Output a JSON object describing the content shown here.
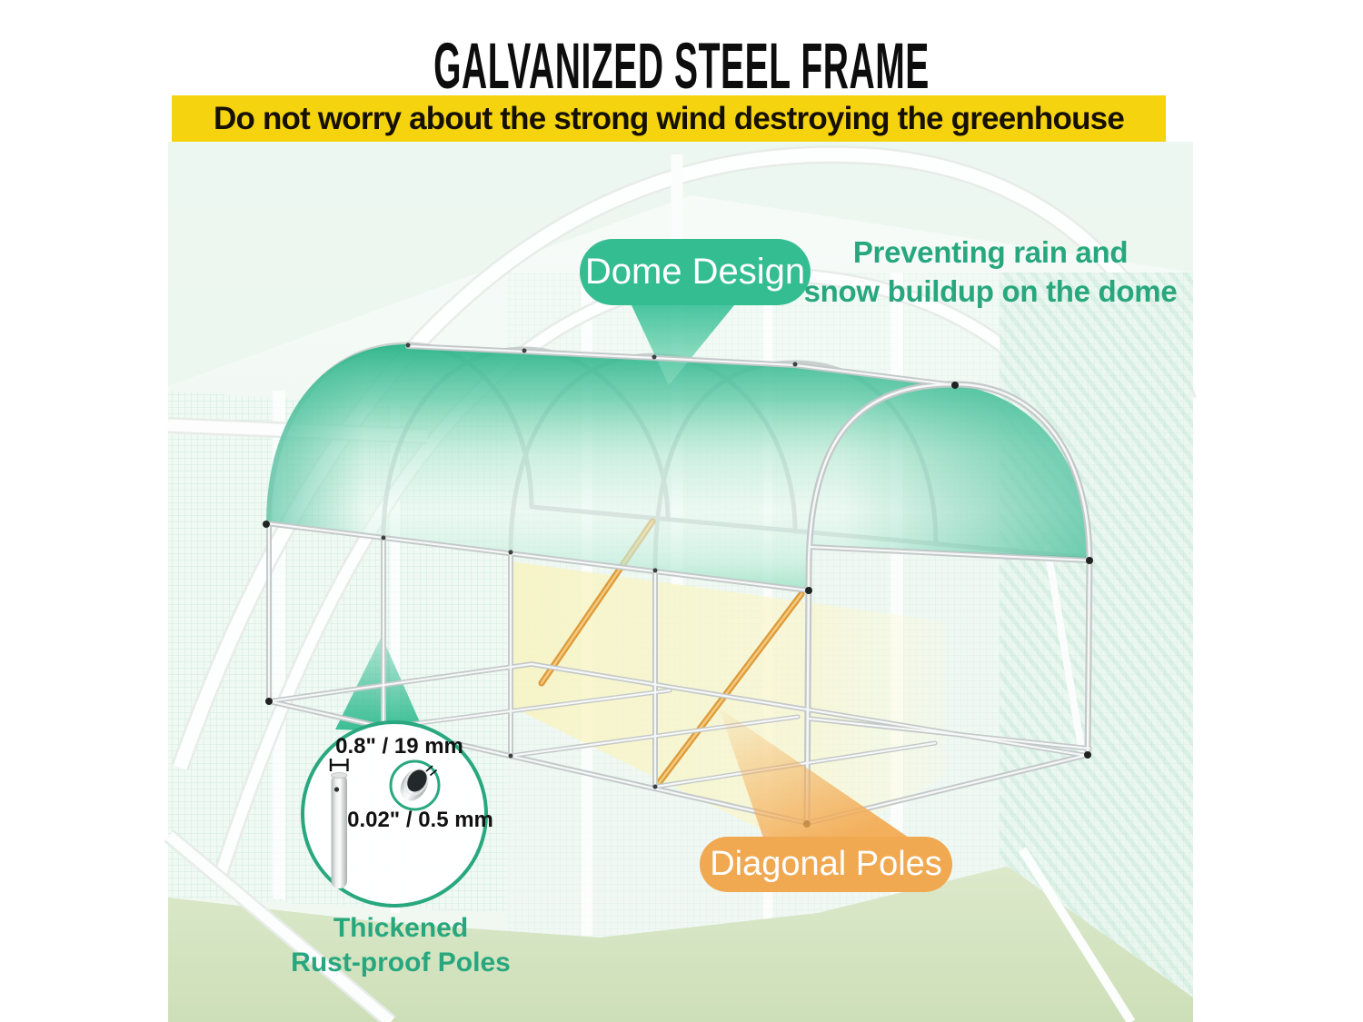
{
  "header": {
    "title": "GALVANIZED STEEL FRAME",
    "banner": "Do not worry about the strong wind destroying the greenhouse"
  },
  "callouts": {
    "dome_pill": "Dome Design",
    "rain_note_line1": "Preventing rain and",
    "rain_note_line2": "snow buildup on the dome",
    "pole_diameter": "0.8\" / 19 mm",
    "pole_wall_thickness": "0.02\" / 0.5 mm",
    "thick_note_line1": "Thickened",
    "thick_note_line2": "Rust-proof Poles",
    "diagonal_pill": "Diagonal Poles"
  },
  "colors": {
    "banner_yellow": "#f5d40f",
    "pill_teal": "#35bd92",
    "teal_text": "#28a77e",
    "pill_orange": "#f0a851",
    "canopy_green": "#2bb489",
    "diagonal_pole_orange": "#dd9a39",
    "frame_gray": "#c3c8c8",
    "grass_green": "#d5e3c2",
    "callout_ring_teal": "#29a87f"
  }
}
